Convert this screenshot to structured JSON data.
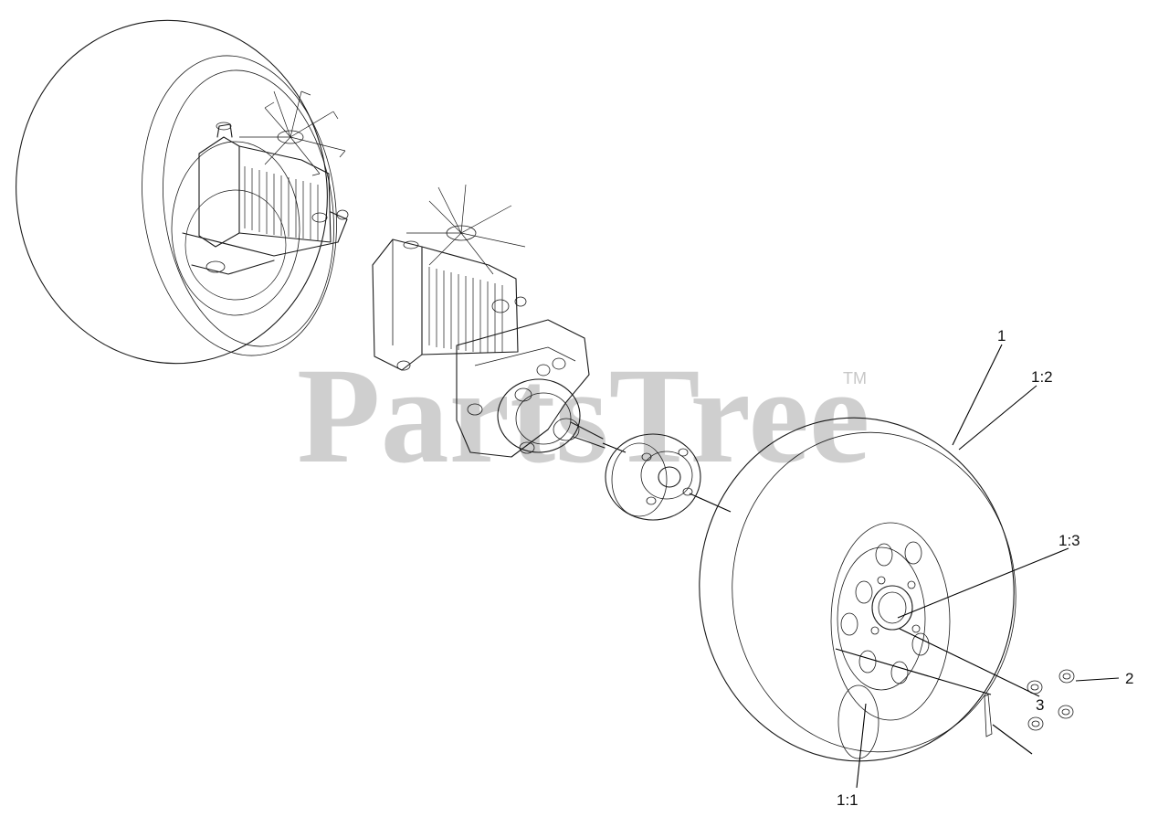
{
  "watermark": {
    "text": "PartsTree",
    "trademark": "TM"
  },
  "callouts": [
    {
      "id": "1",
      "label": "1"
    },
    {
      "id": "1-2",
      "label": "1:2"
    },
    {
      "id": "1-3",
      "label": "1:3"
    },
    {
      "id": "2",
      "label": "2"
    },
    {
      "id": "3",
      "label": "3"
    },
    {
      "id": "1-1",
      "label": "1:1"
    }
  ],
  "icons": {
    "left-wheel": "tire-icon",
    "transaxle-left": "transaxle-icon",
    "transaxle-center": "transaxle-icon",
    "hub": "wheel-hub-icon",
    "right-wheel": "tire-icon",
    "lug-nuts": "lug-nut-icon",
    "valve-stem": "valve-stem-icon"
  }
}
